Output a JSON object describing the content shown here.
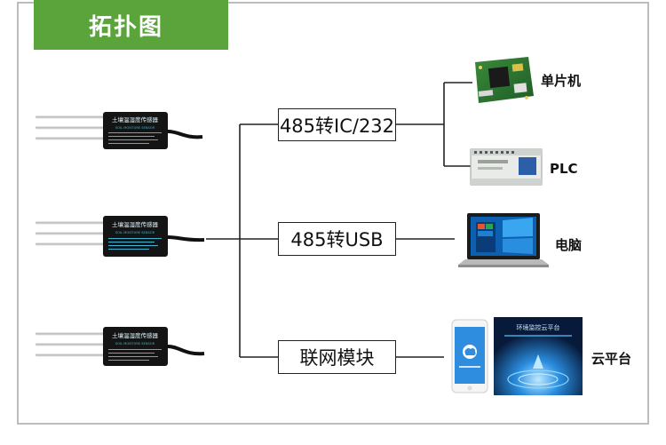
{
  "title": "拓扑图",
  "converters": {
    "ic232": "485转IC/232",
    "usb": "485转USB",
    "network": "联网模块"
  },
  "devices": {
    "mcu": "单片机",
    "plc": "PLC",
    "pc": "电脑",
    "cloud": "云平台"
  },
  "sensor": {
    "label_cn": "土壤温湿度传感器",
    "label_en": "SOIL MOISTURE SENSOR"
  },
  "cloud_screen_title": "环境监控云平台",
  "colors": {
    "accent": "#5aa43b",
    "sensor_body": "#141414",
    "sensor_text": "#3fb6d6"
  }
}
